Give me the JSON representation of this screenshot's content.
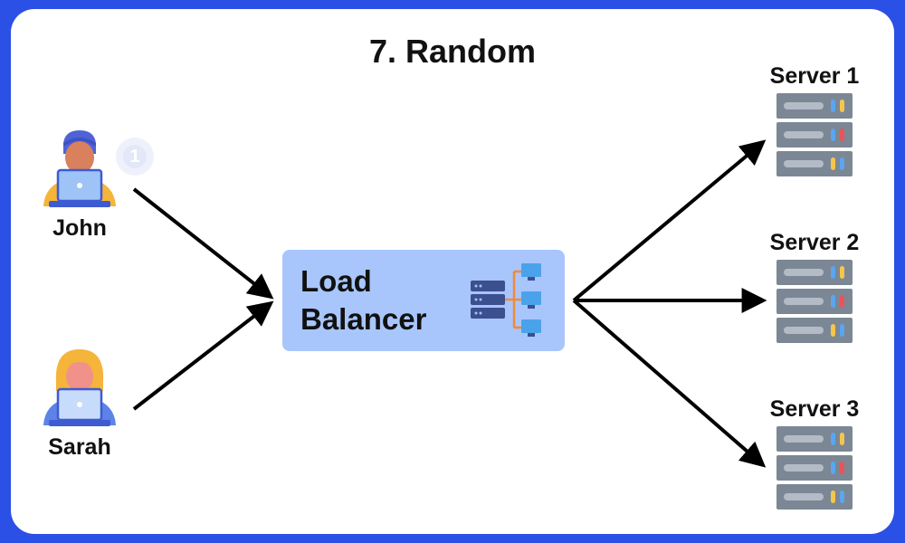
{
  "title": "7. Random",
  "users": [
    {
      "name": "John",
      "badge": "1"
    },
    {
      "name": "Sarah"
    }
  ],
  "load_balancer": {
    "line1": "Load",
    "line2": "Balancer"
  },
  "servers": [
    {
      "name": "Server 1"
    },
    {
      "name": "Server 2"
    },
    {
      "name": "Server 3"
    }
  ],
  "colors": {
    "frame": "#2b50e6",
    "lb_box": "#a8c6fb",
    "server_body": "#7b8794",
    "indicator_blue": "#5aa6f0",
    "indicator_yellow": "#f5c64a",
    "indicator_red": "#e8545a"
  }
}
